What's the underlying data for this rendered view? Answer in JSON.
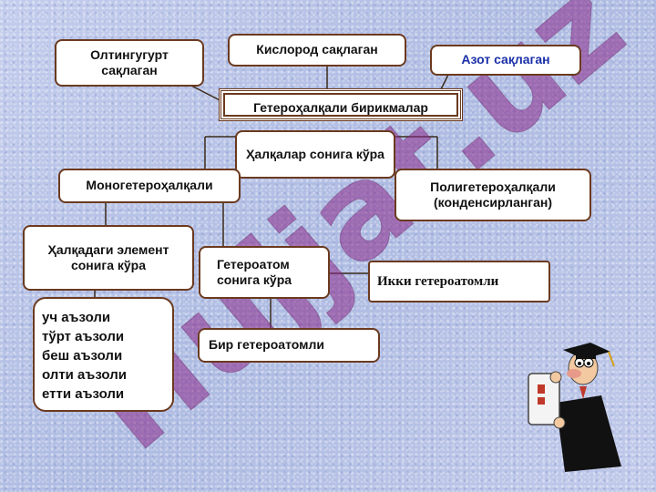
{
  "diagram": {
    "center": "Гетероҳалқали бирикмалар",
    "top": [
      "Олтингугурт сақлаган",
      "Кислород сақлаган",
      "Азот сақлаган"
    ],
    "ring_label": "Ҳалқалар сонига кўра",
    "mono": "Моногетероҳалқали",
    "poly": "Полигетероҳалқали (конденсирланган)",
    "ring_elements": "Ҳалқадаги элемент сонига кўра",
    "heteroatom_count": "Гетероатом сонига кўра",
    "two_hetero": "Икки гетероатомли",
    "one_hetero": "Бир гетероатомли",
    "ring_sizes": [
      "уч аъзоли",
      "тўрт аъзоли",
      "беш аъзоли",
      "олти аъзоли",
      "етти аъзоли"
    ]
  },
  "watermark": "Hujjat.uz",
  "colors": {
    "border": "#6b3a1f",
    "watermark": "#8a2a8a",
    "background": "#b7c3e6"
  },
  "icons": [
    "professor-mascot-icon"
  ]
}
